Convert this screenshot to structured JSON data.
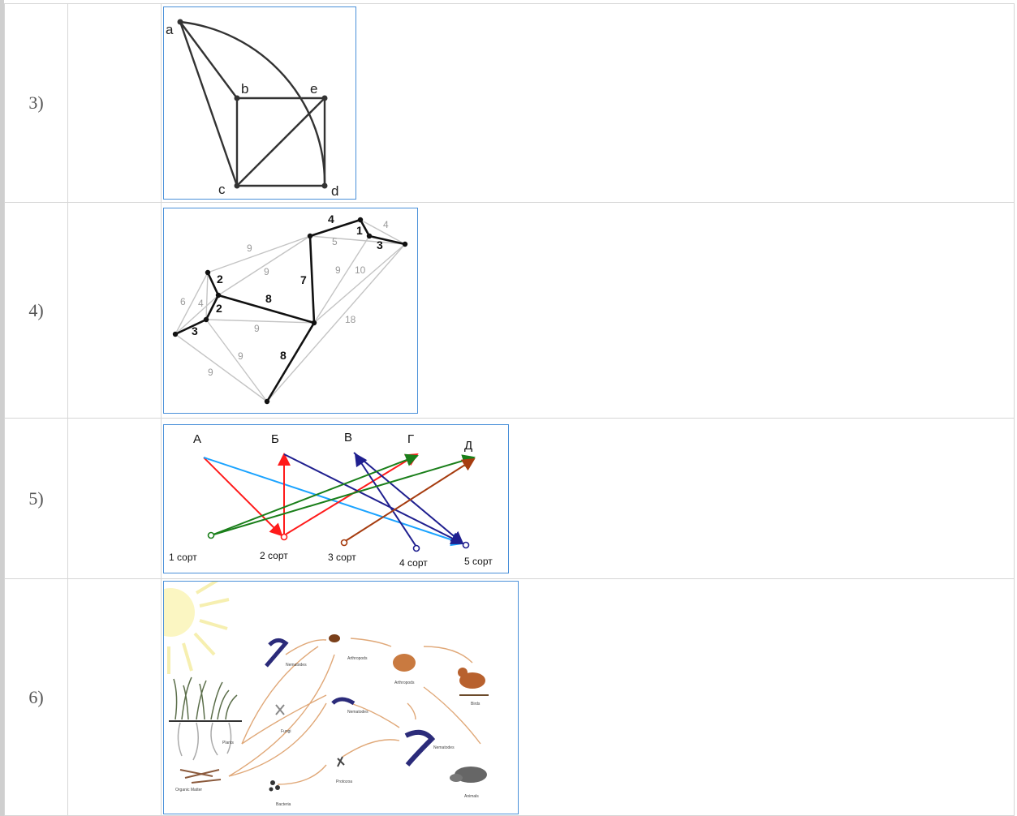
{
  "rows": [
    {
      "label": "3)",
      "graph": {
        "vertices": [
          "a",
          "b",
          "e",
          "c",
          "d"
        ]
      }
    },
    {
      "label": "4)",
      "graph": {
        "tree_weights": [
          "4",
          "1",
          "3",
          "7",
          "2",
          "2",
          "8",
          "3",
          "8"
        ],
        "other_weights": [
          "4",
          "5",
          "9",
          "9",
          "9",
          "10",
          "6",
          "4",
          "9",
          "18",
          "9",
          "9"
        ]
      }
    },
    {
      "label": "5)",
      "diagram": {
        "top_labels": [
          "А",
          "Б",
          "В",
          "Г",
          "Д"
        ],
        "bottom_labels": [
          "1 сорт",
          "2 сорт",
          "3 сорт",
          "4 сорт",
          "5 сорт"
        ],
        "colors": {
          "red": "#ff1a1a",
          "blue": "#1f1f8f",
          "lightblue": "#1aa3ff",
          "green": "#1a7f1a",
          "brown": "#a63c0f"
        }
      }
    },
    {
      "label": "6)",
      "foodweb": {
        "labels": [
          "Nematodes",
          "Arthropods",
          "Arthropods",
          "Birds",
          "Nematodes",
          "Fungi",
          "Plants",
          "Nematodes",
          "Organic Matter",
          "Protozoa",
          "Bacteria",
          "Animals"
        ]
      }
    }
  ]
}
